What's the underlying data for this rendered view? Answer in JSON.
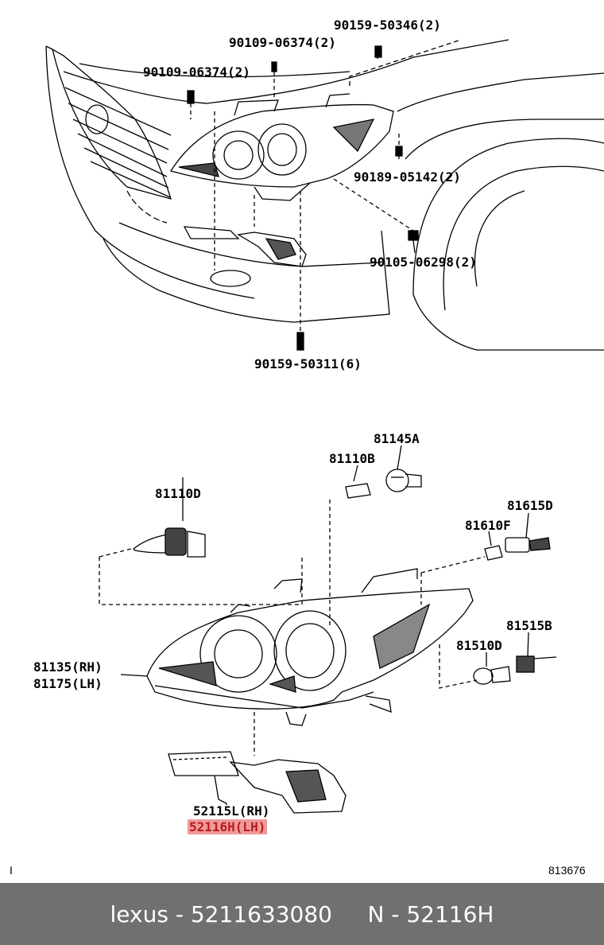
{
  "labels": {
    "p_90159_50346": "90159-50346(2)",
    "p_90109_06374_a": "90109-06374(2)",
    "p_90109_06374_b": "90109-06374(2)",
    "p_90189_05142": "90189-05142(2)",
    "p_90105_06298": "90105-06298(2)",
    "p_90159_50311": "90159-50311(6)",
    "p_81145A": "81145A",
    "p_81110B": "81110B",
    "p_81110D": "81110D",
    "p_81615D": "81615D",
    "p_81610F": "81610F",
    "p_81515B": "81515B",
    "p_81510D": "81510D",
    "p_81135": "81135(RH)",
    "p_81175": "81175(LH)",
    "p_52115L": "52115L(RH)",
    "p_52116H": "52116H(LH)"
  },
  "corner_left": "I",
  "corner_right": "813676",
  "footer": {
    "brand": "lexus",
    "sep1": " - ",
    "part_number": "5211633080",
    "spacer": "     ",
    "n_prefix": "N",
    "sep2": " - ",
    "code": "52116H"
  },
  "colors": {
    "highlight_bg": "#ef9a9a",
    "highlight_text": "#b71c1c",
    "footer_bg": "#707070"
  }
}
